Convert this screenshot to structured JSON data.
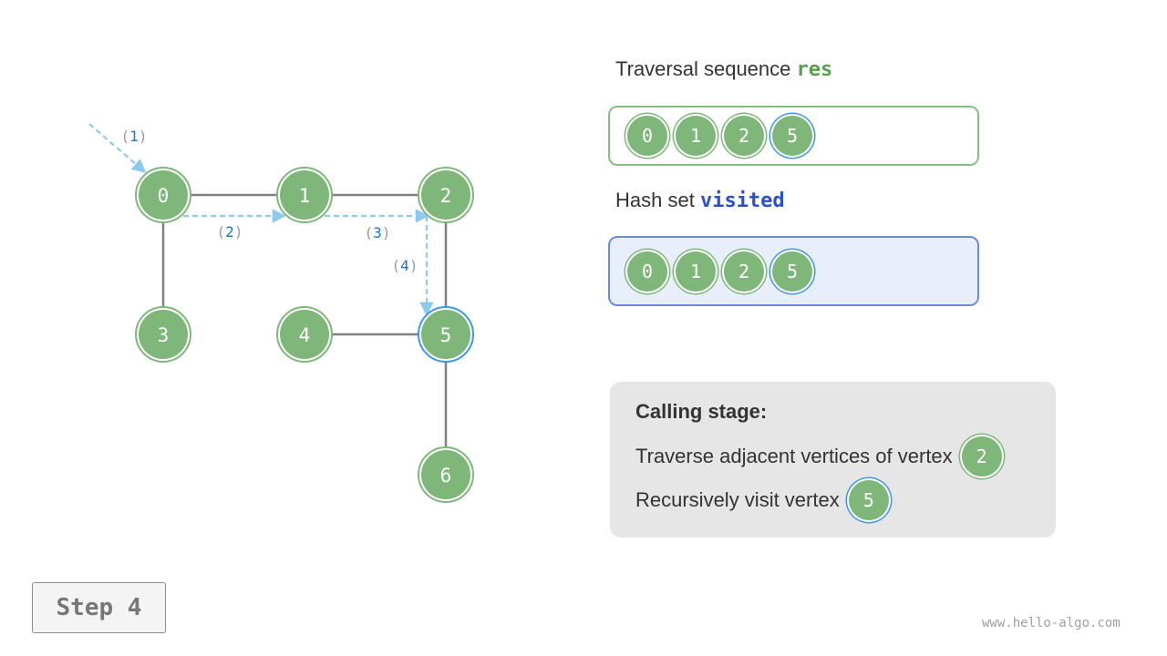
{
  "graph": {
    "nodes": [
      {
        "id": "0",
        "label": "0",
        "state": "visited"
      },
      {
        "id": "1",
        "label": "1",
        "state": "visited"
      },
      {
        "id": "2",
        "label": "2",
        "state": "visited"
      },
      {
        "id": "3",
        "label": "3",
        "state": "unvisited"
      },
      {
        "id": "4",
        "label": "4",
        "state": "unvisited"
      },
      {
        "id": "5",
        "label": "5",
        "state": "current"
      },
      {
        "id": "6",
        "label": "6",
        "state": "unvisited"
      }
    ],
    "edges": [
      [
        "0",
        "1"
      ],
      [
        "1",
        "2"
      ],
      [
        "0",
        "3"
      ],
      [
        "2",
        "5"
      ],
      [
        "4",
        "5"
      ],
      [
        "5",
        "6"
      ]
    ],
    "traversal_steps": [
      {
        "order": "1",
        "to": "0"
      },
      {
        "order": "2",
        "from": "0",
        "to": "1"
      },
      {
        "order": "3",
        "from": "1",
        "to": "2"
      },
      {
        "order": "4",
        "from": "2",
        "to": "5"
      }
    ]
  },
  "res": {
    "title_prefix": "Traversal sequence",
    "title_code": "res",
    "items": [
      "0",
      "1",
      "2",
      "5"
    ],
    "current": "5"
  },
  "visited": {
    "title_prefix": "Hash set",
    "title_code": "visited",
    "items": [
      "0",
      "1",
      "2",
      "5"
    ],
    "current": "5"
  },
  "stage": {
    "title": "Calling stage:",
    "line1_text": "Traverse adjacent vertices of vertex",
    "line1_vertex": "2",
    "line2_text": "Recursively visit vertex",
    "line2_vertex": "5"
  },
  "step_label": "Step 4",
  "watermark": "www.hello-algo.com",
  "colors": {
    "node_fill": "#7fb77a",
    "current_ring": "#3d97e6",
    "edge": "#808080",
    "traversal_arrow": "#8ccaf0",
    "step_number": "#1976c9",
    "res_code": "#5b9e50",
    "visited_code": "#2c4fcf"
  }
}
